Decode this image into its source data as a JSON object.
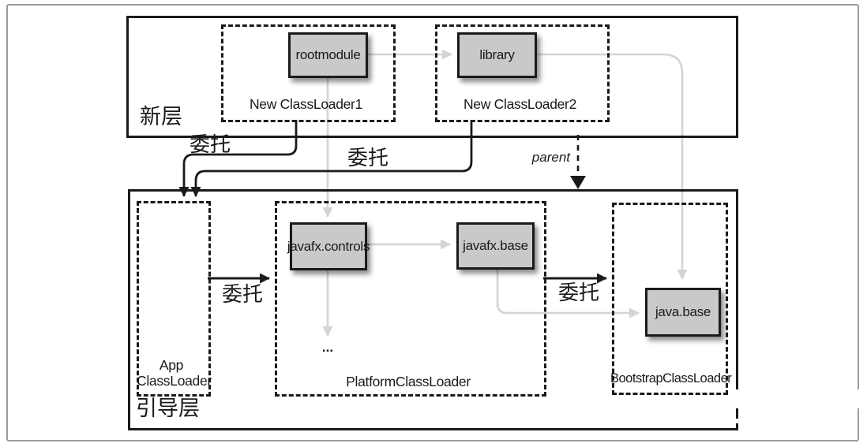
{
  "diagram": {
    "top_layer": {
      "label": "新层",
      "loaders": [
        {
          "label": "New ClassLoader1",
          "module": "rootmodule"
        },
        {
          "label": "New ClassLoader2",
          "module": "library"
        }
      ]
    },
    "bottom_layer": {
      "label": "引导层",
      "app_loader": {
        "label_line1": "App",
        "label_line2": "ClassLoader"
      },
      "platform_loader": {
        "label": "PlatformClassLoader",
        "modules": [
          "javafx.controls",
          "javafx.base"
        ],
        "ellipsis": "..."
      },
      "bootstrap_loader": {
        "label": "BootstrapClassLoader",
        "module": "java.base"
      }
    },
    "edge_labels": {
      "delegate": "委托",
      "parent": "parent"
    }
  },
  "colors": {
    "ink": "#1a1a1a",
    "module_fill": "#c9c9c9",
    "connector": "#d4d4d4",
    "frame": "#9b9b9b"
  }
}
